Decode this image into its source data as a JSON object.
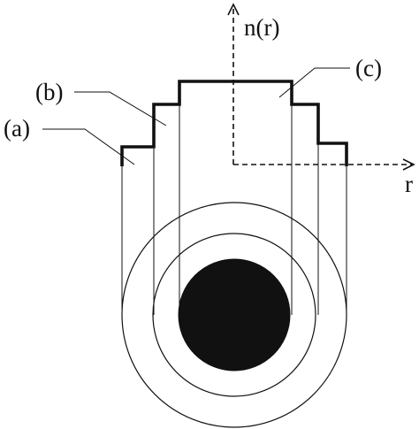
{
  "axes": {
    "vertical_label": "n(r)",
    "horizontal_label": "r",
    "style": "dashed-with-arrowheads"
  },
  "regions": [
    {
      "label": "(a)"
    },
    {
      "label": "(b)"
    },
    {
      "label": "(c)"
    }
  ],
  "colors": {
    "stroke": "#111111",
    "core_fill": "#111111",
    "background": "#ffffff"
  }
}
